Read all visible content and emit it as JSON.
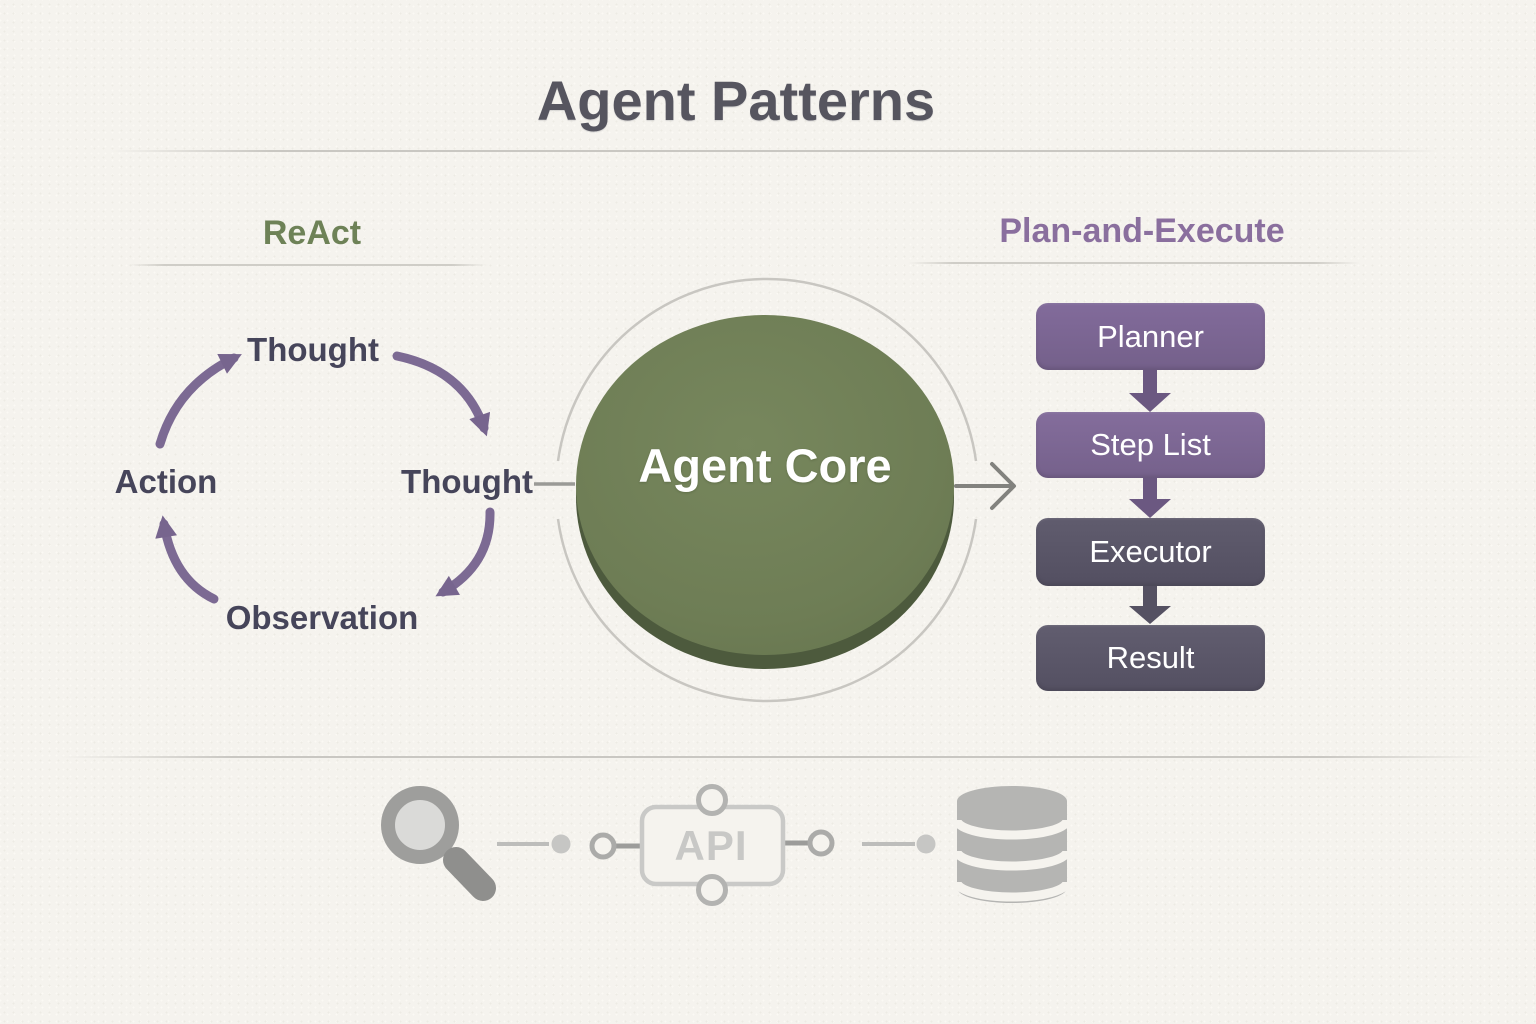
{
  "title": "Agent Patterns",
  "react": {
    "heading": "ReAct",
    "nodes": {
      "top": "Thought",
      "right": "Thought",
      "bottom": "Observation",
      "left": "Action"
    }
  },
  "core": {
    "line1": "Agent",
    "line2": "Core"
  },
  "plan": {
    "heading": "Plan-and-Execute",
    "steps": [
      {
        "label": "Planner"
      },
      {
        "label": "Step List"
      },
      {
        "label": "Executor"
      },
      {
        "label": "Result"
      }
    ]
  },
  "footer": {
    "api_label": "API",
    "icons": [
      "magnifier-icon",
      "api-node-icon",
      "database-icon"
    ]
  },
  "colors": {
    "background": "#f5f3ee",
    "title_text": "#56555f",
    "react_heading": "#6e8257",
    "plan_heading": "#8a6f9e",
    "cycle_text": "#46455a",
    "cycle_arrow": "#7c6a93",
    "core_fill": "#6e7d55",
    "core_shadow": "#4d5a3d",
    "core_ring": "#c8c6c1",
    "planner_fill": "#7b6591",
    "steplist_fill": "#7d6793",
    "executor_fill": "#5a5667",
    "result_fill": "#5a5667",
    "flow_arrow_purple": "#6b5881",
    "flow_arrow_dark": "#555162",
    "icon_gray": "#9e9e9c",
    "divider": "#c9c7c2"
  }
}
